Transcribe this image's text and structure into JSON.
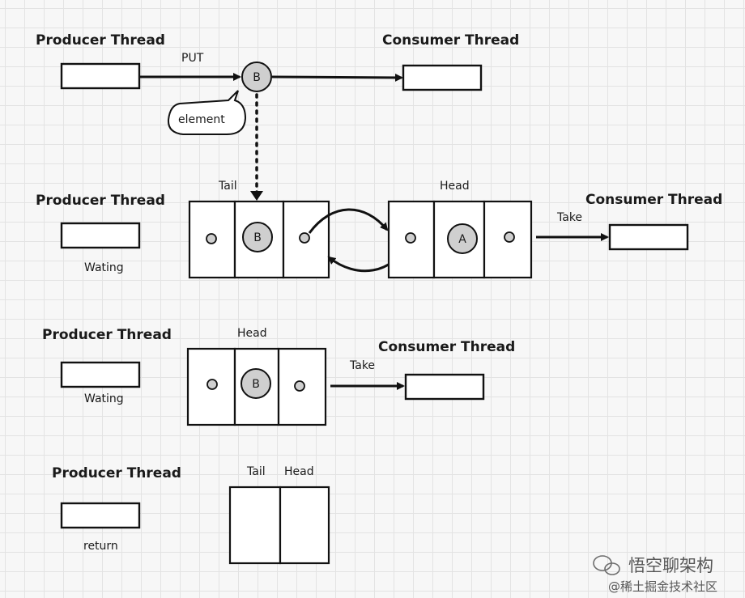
{
  "labels": {
    "producer": "Producer Thread",
    "consumer": "Consumer Thread",
    "put": "PUT",
    "element": "element",
    "take": "Take",
    "tail": "Tail",
    "head": "Head",
    "waiting": "Wating",
    "return": "return",
    "node_a": "A",
    "node_b": "B"
  },
  "watermark": {
    "line1": "悟空聊架构",
    "line2": "@稀土掘金技术社区"
  }
}
